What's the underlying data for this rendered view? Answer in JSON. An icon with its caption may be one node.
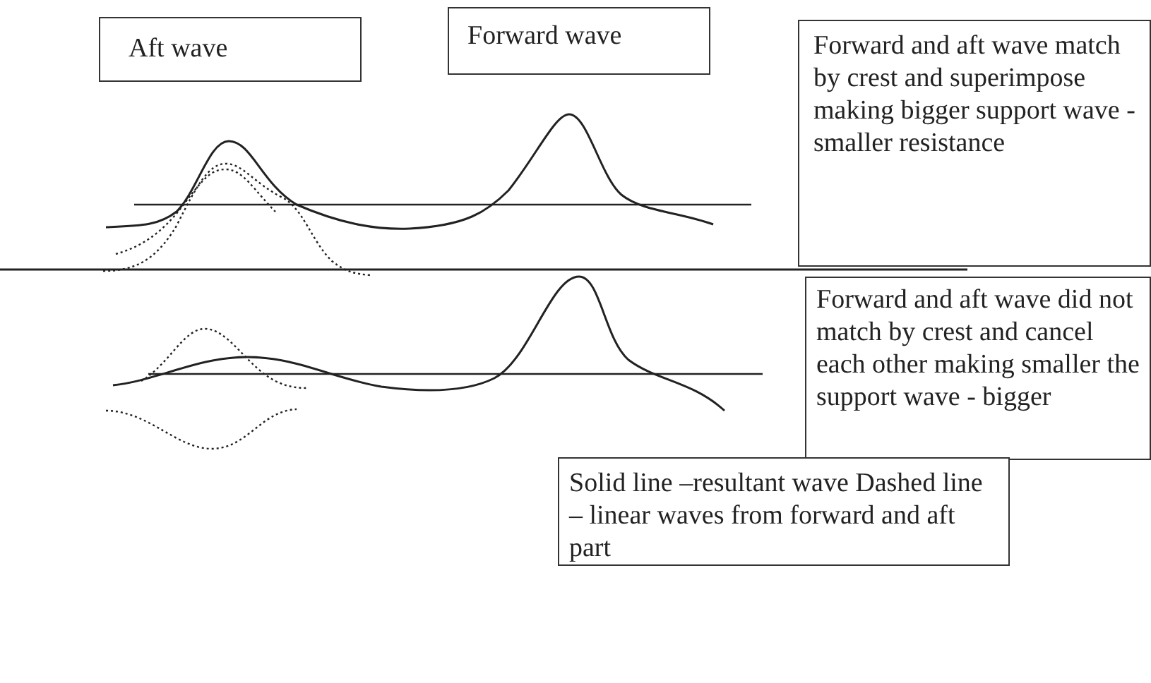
{
  "diagram": {
    "nodes": [
      {
        "text": [
          "Aft wave"
        ]
      },
      {
        "text": [
          "Forward wave"
        ]
      },
      {
        "text": [
          "Forward and aft wave match by crest and superimpose making bigger support wave - smaller resistance"
        ]
      },
      {
        "text": [
          "Forward and aft wave did not match by crest and cancel each other making smaller the support wave - bigger"
        ]
      },
      {
        "text": [
          "Solid line –resultant wave Dashed line – linear waves from forward and aft part"
        ]
      }
    ],
    "edges": []
  }
}
